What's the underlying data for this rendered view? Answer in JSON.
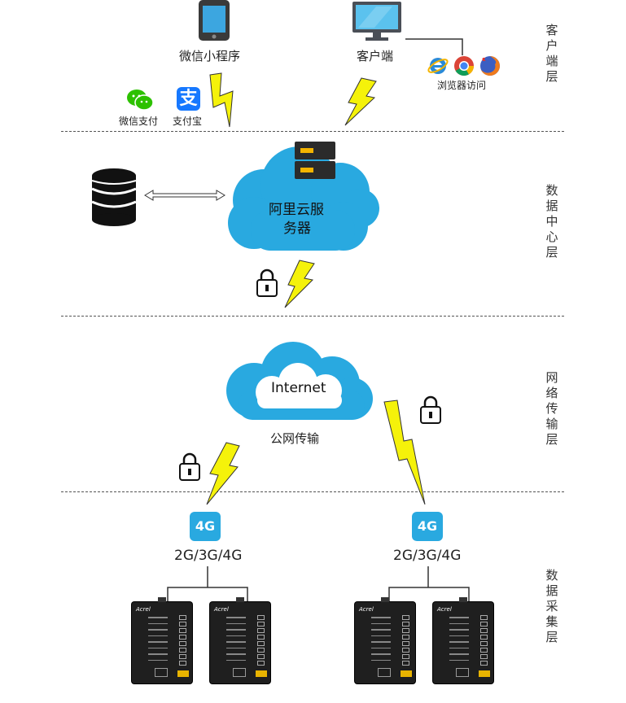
{
  "layers": {
    "client": "客户端层",
    "datacenter": "数据中心层",
    "network": "网络传输层",
    "collection": "数据采集层"
  },
  "client": {
    "miniprogram": "微信小程序",
    "client_end": "客户端",
    "browser_access": "浏览器访问",
    "wechat_pay": "微信支付",
    "alipay": "支付宝",
    "alipay_glyph": "支"
  },
  "datacenter": {
    "cloud_line1": "阿里云服",
    "cloud_line2": "务器"
  },
  "network": {
    "internet": "Internet",
    "public_net": "公网传输"
  },
  "collection": {
    "badge_left": "4G",
    "badge_right": "4G",
    "net_left": "2G/3G/4G",
    "net_right": "2G/3G/4G",
    "brand": "Acrel"
  },
  "colors": {
    "cloud": "#29a9e0",
    "bolt": "#f5f20a",
    "badge": "#29a9e0"
  }
}
